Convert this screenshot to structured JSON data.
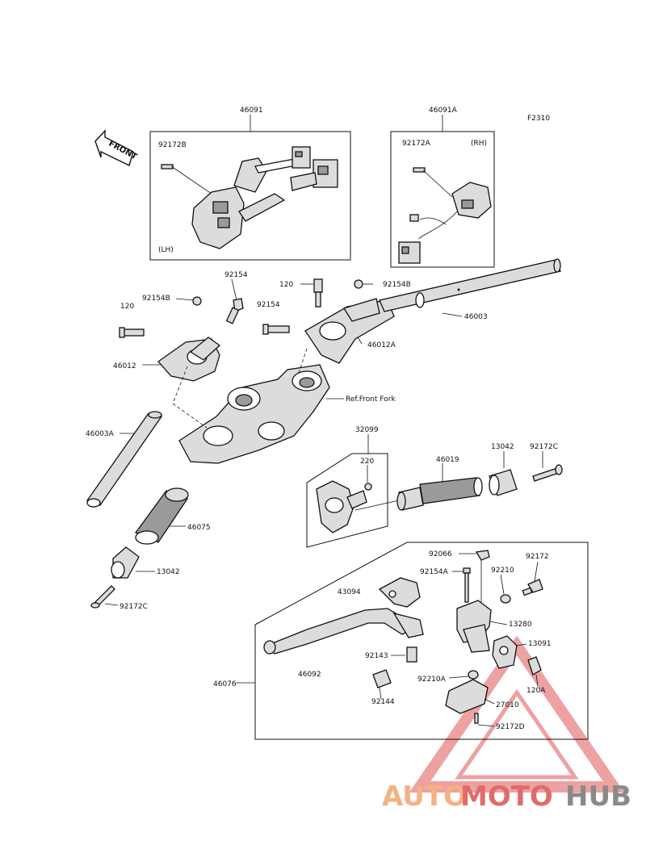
{
  "figure_code": "F2310",
  "front_marker": "FRONT",
  "callouts": {
    "46091": "46091",
    "92172B": "92172B",
    "LH": "(LH)",
    "46091A": "46091A",
    "92172A": "92172A",
    "RH": "(RH)",
    "92154_a": "92154",
    "92154B_a": "92154B",
    "120_a": "120",
    "46012": "46012",
    "120_b": "120",
    "92154B_b": "92154B",
    "92154_b": "92154",
    "46012A": "46012A",
    "46003": "46003",
    "ref_front_fork": "Ref.Front Fork",
    "46003A": "46003A",
    "32099": "32099",
    "220": "220",
    "46019": "46019",
    "13042_a": "13042",
    "92172C_a": "92172C",
    "46075": "46075",
    "13042_b": "13042",
    "92172C_b": "92172C",
    "92066": "92066",
    "92172": "92172",
    "92154A": "92154A",
    "92210": "92210",
    "43094": "43094",
    "13280": "13280",
    "13091": "13091",
    "92143": "92143",
    "46076": "46076",
    "46092": "46092",
    "92210A": "92210A",
    "120A": "120A",
    "92144": "92144",
    "27010": "27010",
    "92172D": "92172D"
  },
  "watermark": {
    "part1": "AUTO",
    "part2": "MOTO",
    "part3": "HUB",
    "color_auto": "#f4b183",
    "color_moto": "#e06b6b",
    "color_hub": "#8a8a8a"
  }
}
